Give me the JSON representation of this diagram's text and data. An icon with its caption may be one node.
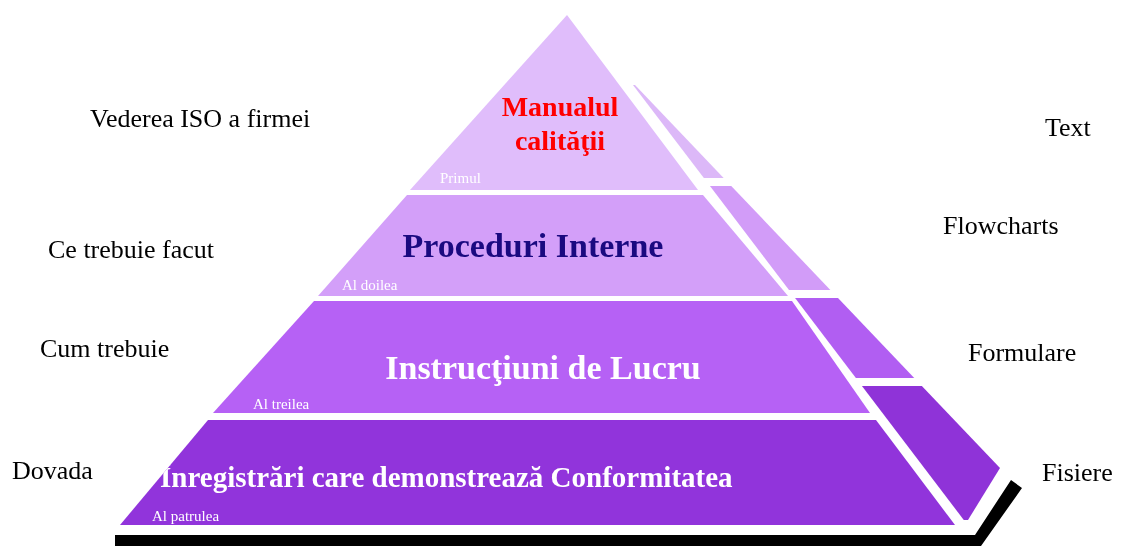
{
  "diagram": {
    "nodes": [
      {
        "text": [
          "Manualul calităţii",
          "Primul"
        ]
      },
      {
        "text": [
          "Proceduri Interne",
          "Al doilea"
        ]
      },
      {
        "text": [
          "Instrucţiuni de Lucru",
          "Al treilea"
        ]
      },
      {
        "text": [
          "Înregistrări care demonstrează Conformitatea",
          "Al patrulea"
        ]
      }
    ],
    "labels": [
      "Vederea ISO a firmei",
      "Text",
      "Ce trebuie facut",
      "Flowcharts",
      "Cum trebuie",
      "Formulare",
      "Dovada",
      "Fisiere"
    ]
  }
}
